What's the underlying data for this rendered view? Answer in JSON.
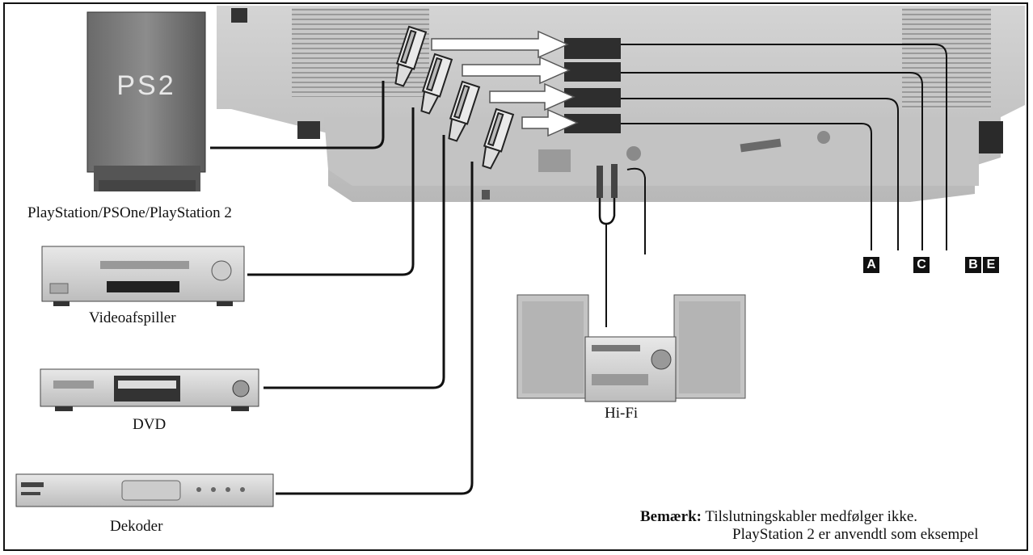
{
  "devices": {
    "playstation": {
      "label": "PlayStation/PSOne/PlayStation 2",
      "logo": "PS2"
    },
    "vcr": {
      "label": "Videoafspiller"
    },
    "dvd": {
      "label": "DVD"
    },
    "decoder": {
      "label": "Dekoder"
    },
    "hifi": {
      "label": "Hi-Fi"
    }
  },
  "connector_tags": [
    "A",
    "C",
    "B",
    "E"
  ],
  "note": {
    "heading": "Bemærk:",
    "line1": "Tilslutningskabler medfølger ikke.",
    "line2": "PlayStation 2 er anvendtl som eksempel"
  }
}
